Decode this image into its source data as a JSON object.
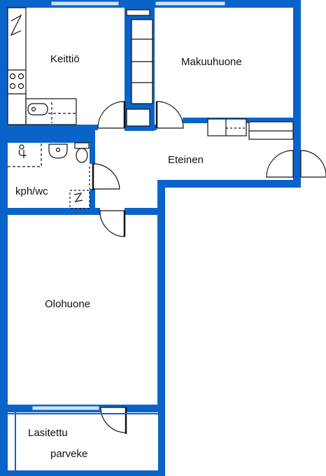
{
  "colors": {
    "wall": "#0a63c9",
    "window": "#cfe4f5",
    "fixture_line": "#111111",
    "background": "#ffffff"
  },
  "rooms": {
    "kitchen": "Keittiö",
    "bedroom": "Makuuhuone",
    "hall": "Eteinen",
    "bathroom": "kph/wc",
    "living": "Olohuone",
    "balcony_line1": "Lasitettu",
    "balcony_line2": "parveke"
  }
}
